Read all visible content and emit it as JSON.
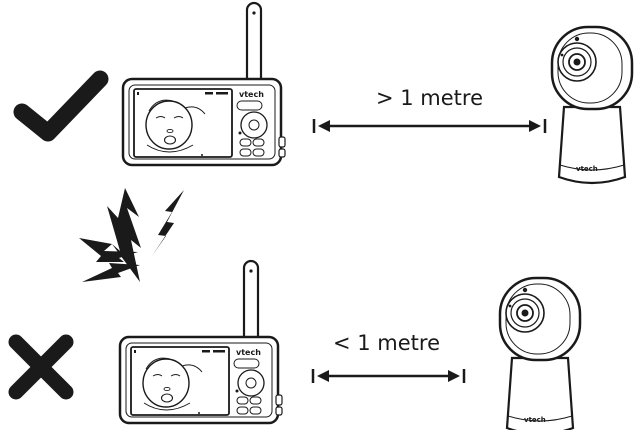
{
  "rows": [
    {
      "status": "correct",
      "status_icon": "check-icon",
      "distance_label": "> 1 metre"
    },
    {
      "status": "incorrect",
      "status_icon": "cross-icon",
      "distance_label": "< 1 metre"
    }
  ],
  "brand": "vtech",
  "interference_icon": "lightning-interference-icon",
  "colors": {
    "ink": "#1a1a1a",
    "device_fill": "#ffffff"
  }
}
